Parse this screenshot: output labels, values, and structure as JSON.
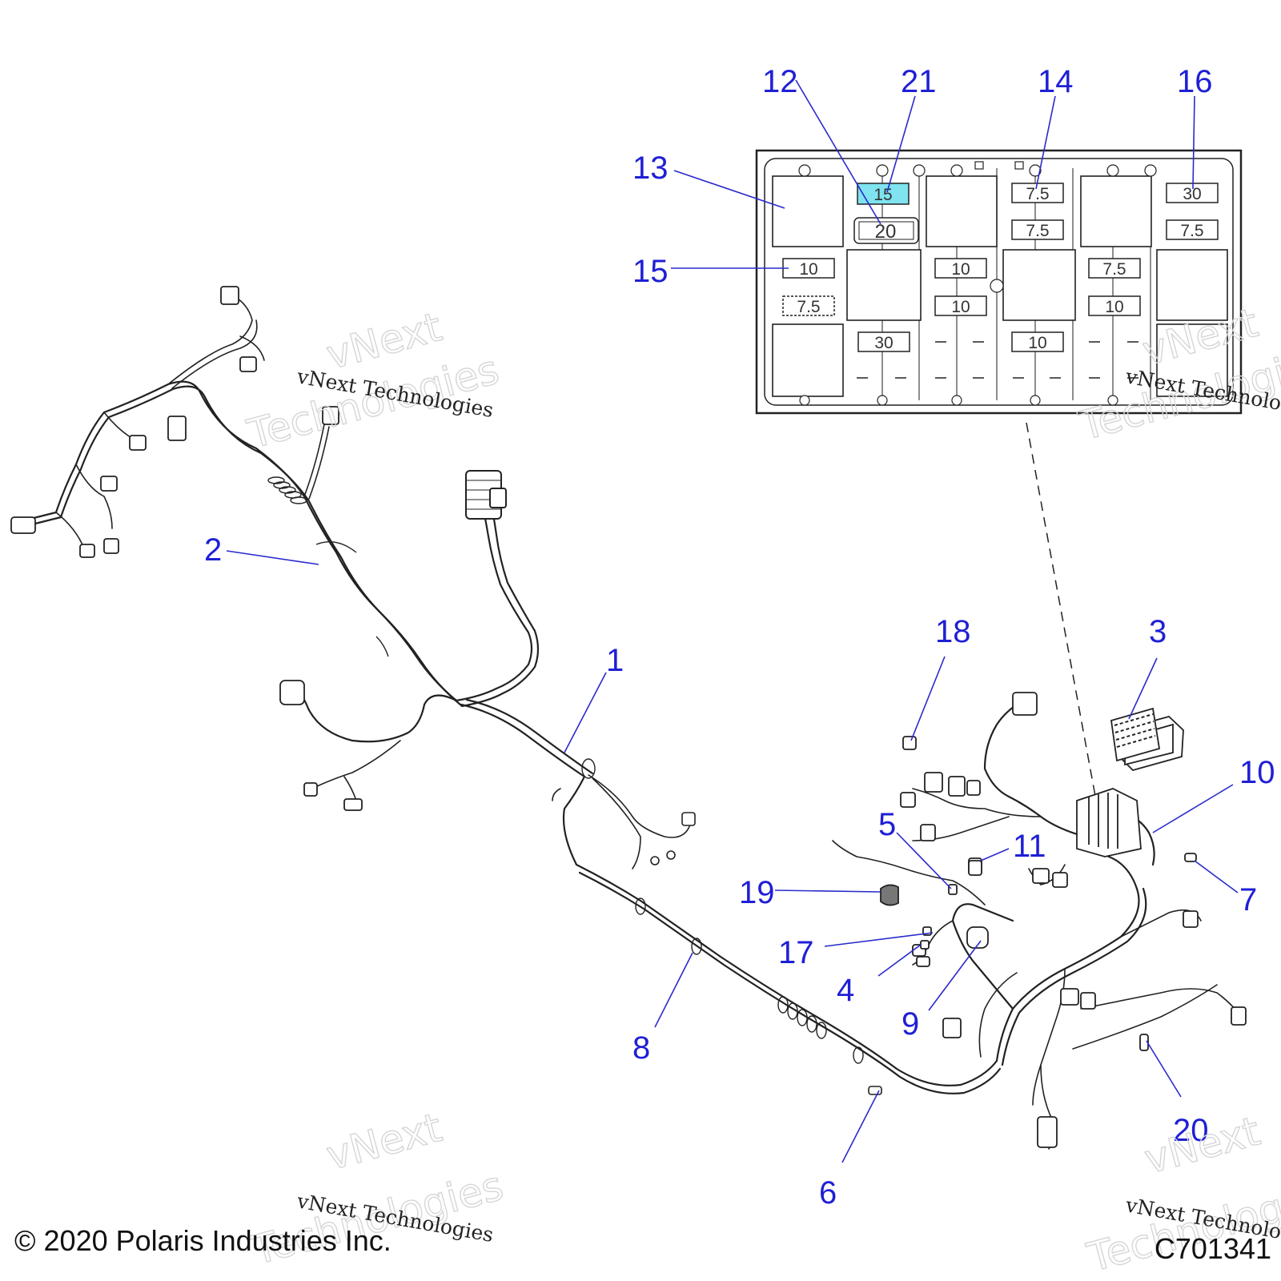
{
  "fuse_box": {
    "fuses": [
      {
        "id": "f15",
        "label": "15",
        "highlight": true
      },
      {
        "id": "f20",
        "label": "20"
      },
      {
        "id": "f75a",
        "label": "7.5"
      },
      {
        "id": "f75b",
        "label": "7.5"
      },
      {
        "id": "f30a",
        "label": "30"
      },
      {
        "id": "f75c",
        "label": "7.5"
      },
      {
        "id": "f10a",
        "label": "10"
      },
      {
        "id": "f75d",
        "label": "7.5"
      },
      {
        "id": "f10b",
        "label": "10"
      },
      {
        "id": "f10c",
        "label": "10"
      },
      {
        "id": "f75e",
        "label": "7.5"
      },
      {
        "id": "f10d",
        "label": "10"
      },
      {
        "id": "f30b",
        "label": "30"
      },
      {
        "id": "f10e",
        "label": "10"
      }
    ],
    "highlight_color": "#7fe3f0"
  },
  "callouts": [
    "1",
    "2",
    "3",
    "4",
    "5",
    "6",
    "7",
    "8",
    "9",
    "10",
    "11",
    "12",
    "13",
    "14",
    "15",
    "16",
    "17",
    "18",
    "19",
    "20",
    "21"
  ],
  "watermark": {
    "big_line1": "vNext",
    "big_line2": "Technologies",
    "small": "vNext Technologies"
  },
  "footer": {
    "copyright": "© 2020 Polaris Industries Inc.",
    "code": "C701341"
  },
  "colors": {
    "callout": "#1f1fd6",
    "line": "#222222"
  }
}
